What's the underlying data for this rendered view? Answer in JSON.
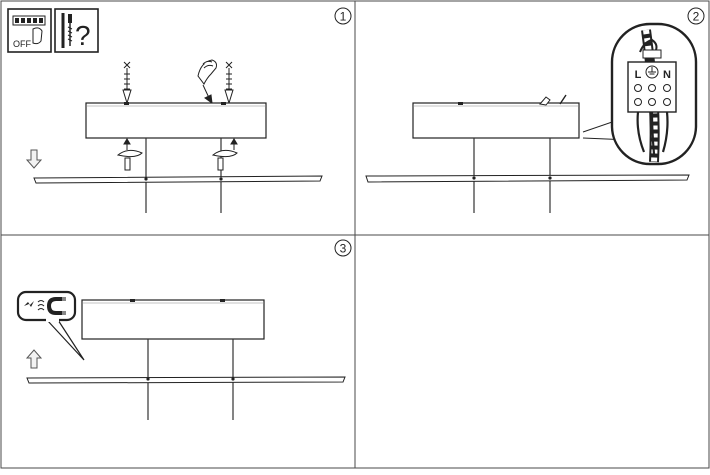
{
  "panels": [
    {
      "number": "1"
    },
    {
      "number": "2"
    },
    {
      "number": "3"
    },
    {
      "number": ""
    }
  ],
  "warnings": {
    "off_label": "OFF",
    "question_mark": "?"
  },
  "terminal_block": {
    "live_label": "L",
    "neutral_label": "N"
  },
  "icons": {
    "power_off": "breaker-off-icon",
    "wall_check": "screw-wall-question-icon",
    "magnet": "magnet-icon",
    "arrow_down": "arrow-down-icon",
    "arrow_up": "arrow-up-icon",
    "ground": "ground-symbol-icon"
  }
}
